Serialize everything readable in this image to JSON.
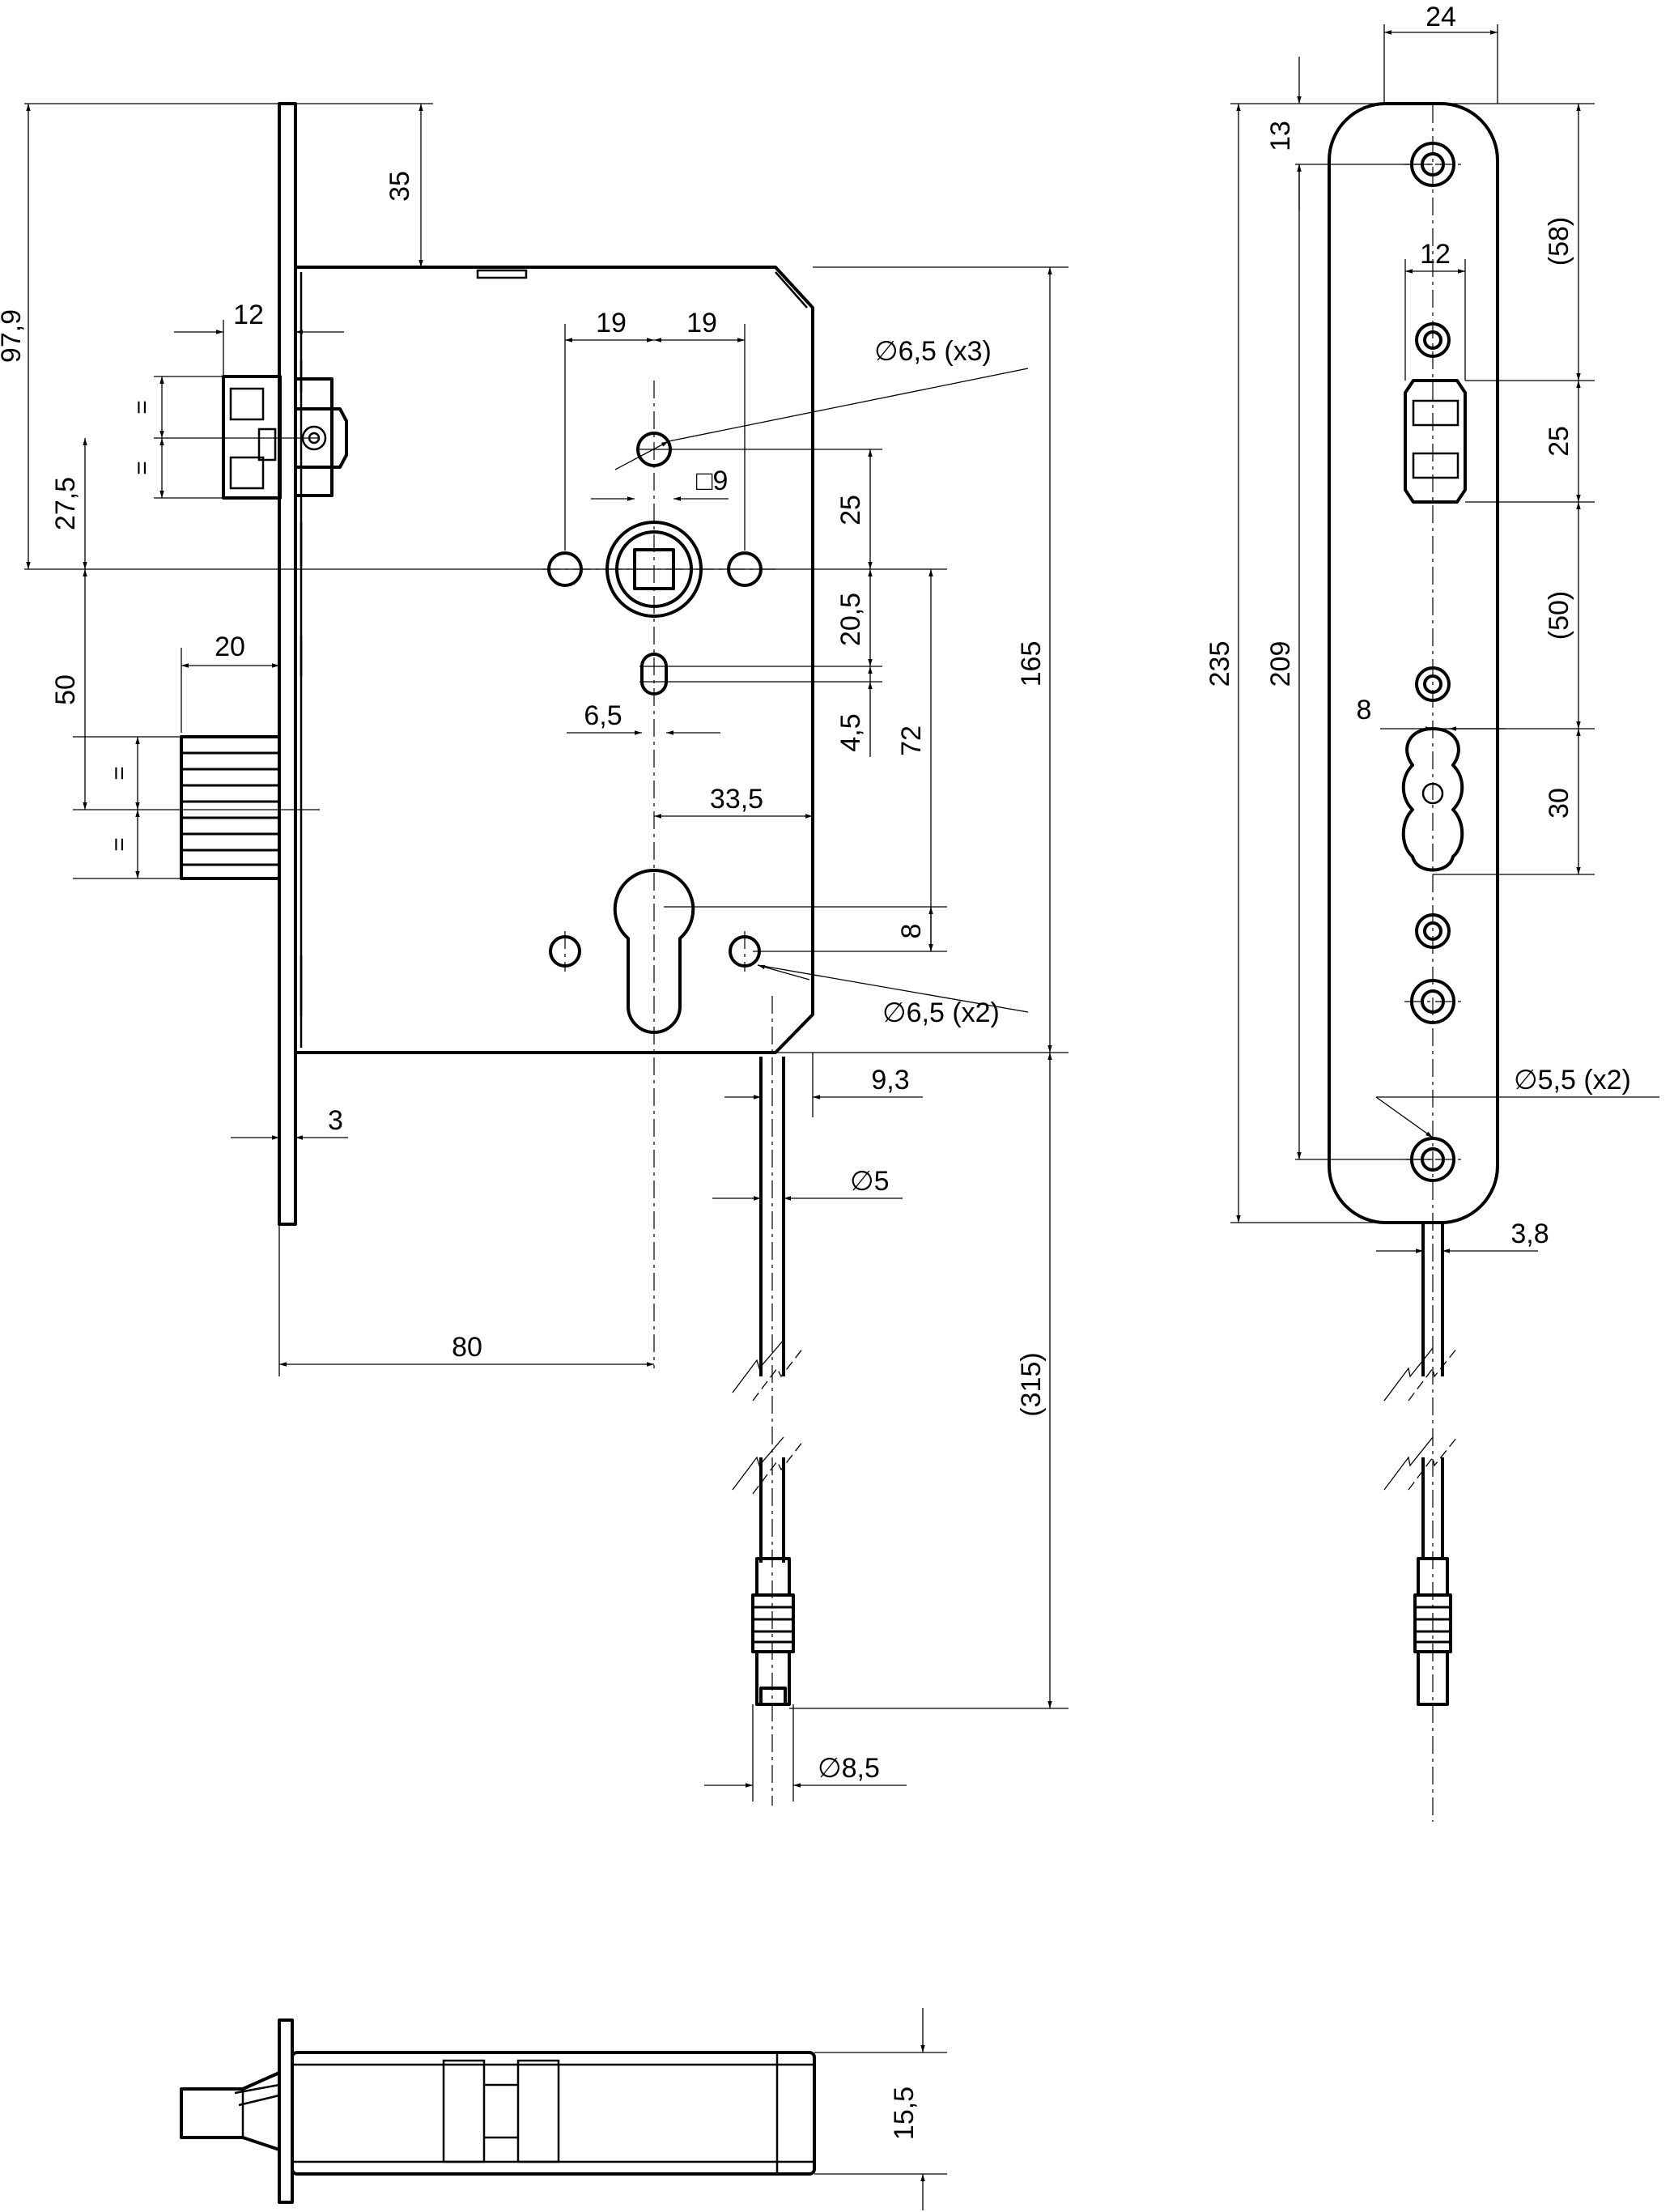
{
  "front_view": {
    "dims": {
      "d35": "35",
      "d97_9": "97,9",
      "d12": "12",
      "d27_5": "27,5",
      "d20": "20",
      "d50": "50",
      "eq": "=",
      "d19": "19",
      "d6_5_x3": "∅6,5 (x3)",
      "d9": "□9",
      "d25": "25",
      "d20_5": "20,5",
      "d4_5": "4,5",
      "d6_5": "6,5",
      "d72": "72",
      "d165": "165",
      "d33_5": "33,5",
      "d8": "8",
      "d6_5_x2": "∅6,5 (x2)",
      "d9_3": "9,3",
      "d3": "3",
      "d5": "∅5",
      "d80": "80",
      "d315": "(315)",
      "d8_5": "∅8,5"
    }
  },
  "side_view": {
    "dims": {
      "d24": "24",
      "d13": "13",
      "d58": "(58)",
      "d12": "12",
      "d25": "25",
      "d235": "235",
      "d209": "209",
      "d50": "(50)",
      "d8": "8",
      "d30": "30",
      "d5_5_x2": "∅5,5 (x2)",
      "d3_8": "3,8"
    }
  },
  "bottom_view": {
    "dims": {
      "d15_5": "15,5"
    }
  },
  "colors": {
    "line": "#000000",
    "background": "#ffffff"
  }
}
